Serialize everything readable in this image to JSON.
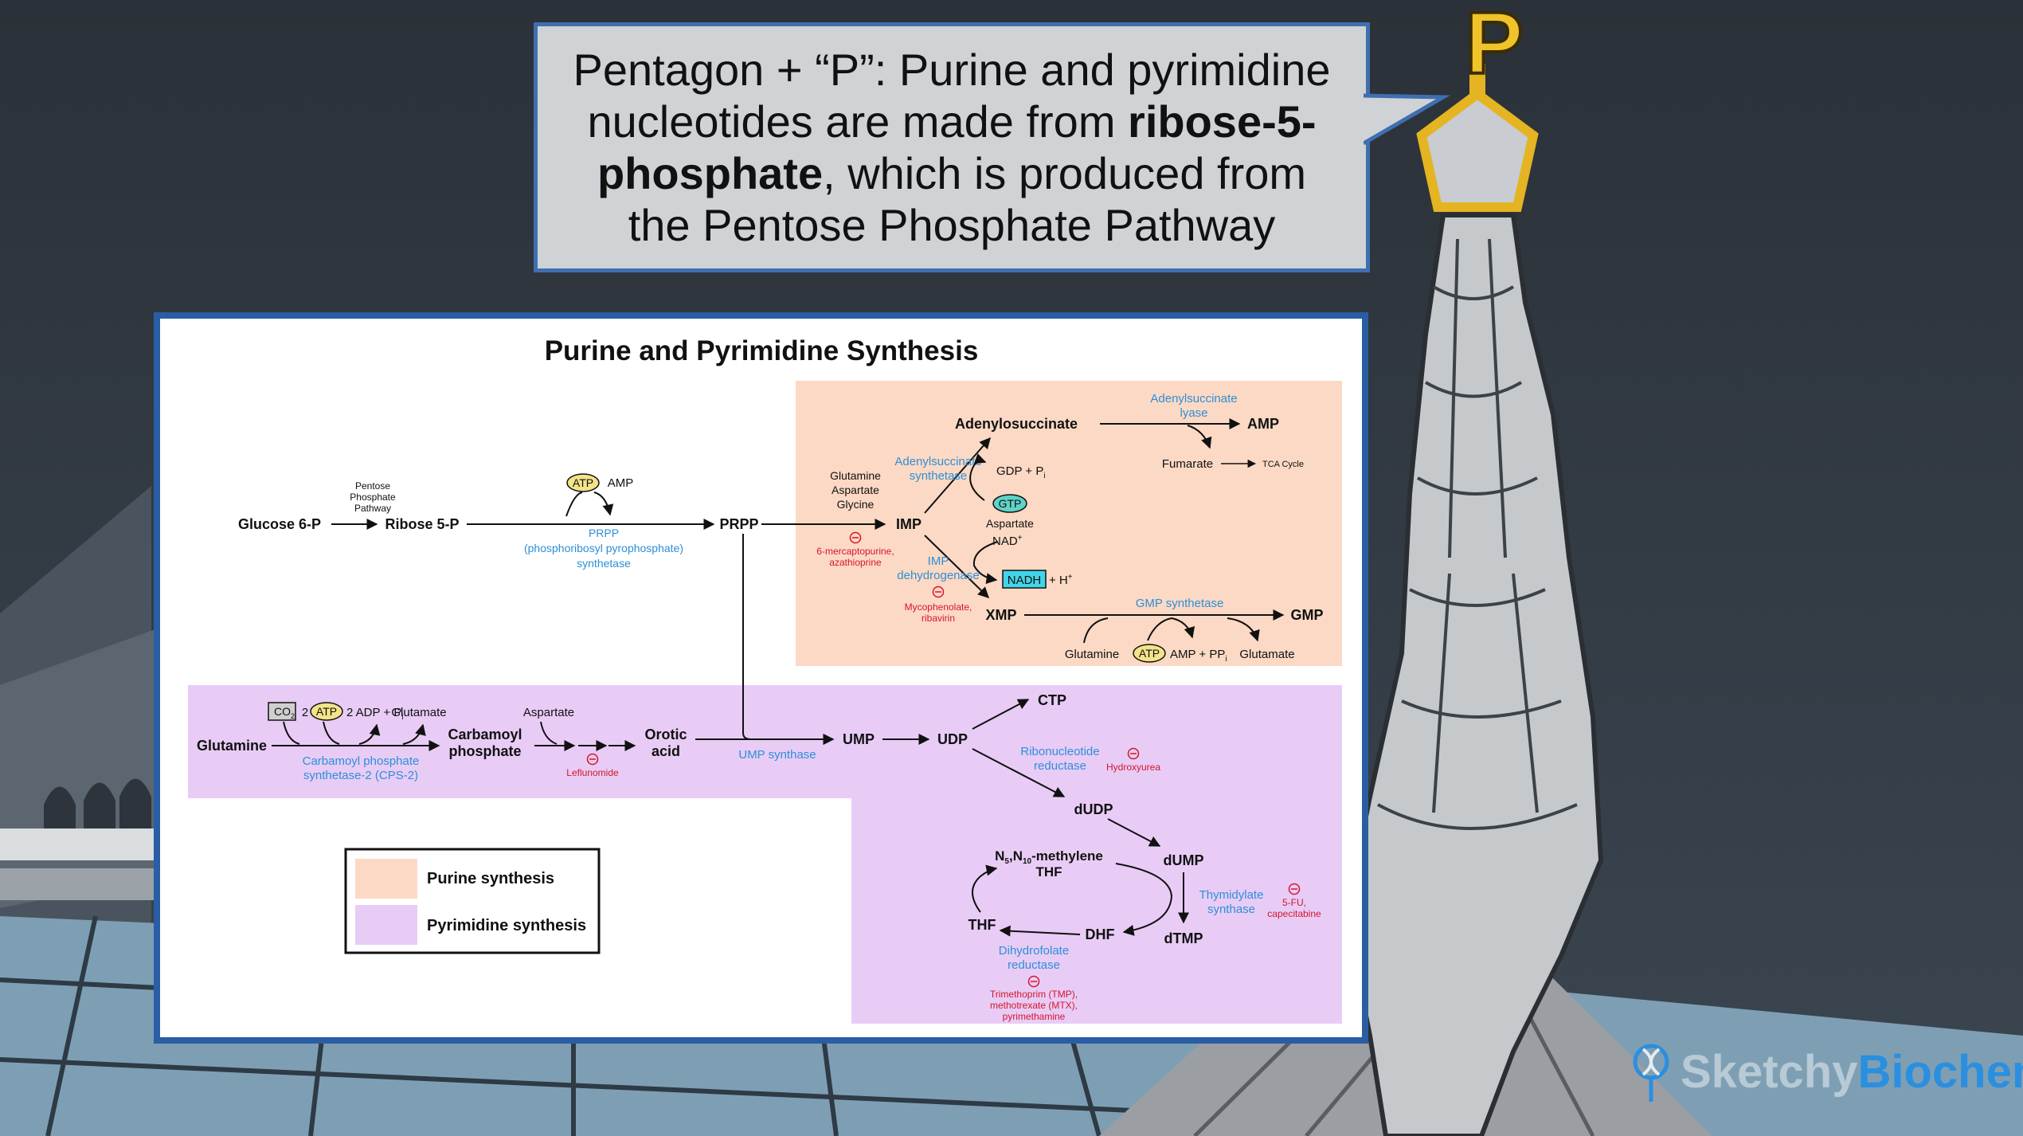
{
  "callout": {
    "line1": "Pentagon + “P”: Purine and pyrimidine",
    "line2a": "nucleotides are made from ",
    "line2b": "ribose-5-",
    "line3a": "phosphate",
    "line3b": ", which is produced from",
    "line4": "the Pentose Phosphate Pathway"
  },
  "tower_letter": "P",
  "watermark": {
    "part1": "Sketchy",
    "part2": "Biochem"
  },
  "diagram": {
    "title": "Purine and Pyrimidine Synthesis",
    "top_row": {
      "glucose6p": "Glucose 6-P",
      "ppp": [
        "Pentose",
        "Phosphate",
        "Pathway"
      ],
      "ribose5p": "Ribose 5-P",
      "atp": "ATP",
      "amp": "AMP",
      "prpp_enzyme": [
        "PRPP",
        "(phosphoribosyl pyrophosphate)",
        "synthetase"
      ],
      "prpp": "PRPP"
    },
    "purine": {
      "inputs": [
        "Glutamine",
        "Aspartate",
        "Glycine"
      ],
      "inhibitor": [
        "6-mercaptopurine,",
        "azathioprine"
      ],
      "imp": "IMP",
      "adenylosuccinate": "Adenylosuccinate",
      "adenylosuccinate_lyase": [
        "Adenylsuccinate",
        "lyase"
      ],
      "amp": "AMP",
      "fumarate": "Fumarate",
      "tca": "TCA Cycle",
      "adenylosuccinate_synthetase": [
        "Adenylsuccinate",
        "synthetase"
      ],
      "gdp_pi": "GDP + P",
      "gdp_pi_sub": "i",
      "gtp": "GTP",
      "aspartate": "Aspartate",
      "nad": "NAD",
      "nad_sup": "+",
      "nadh": "NADH",
      "h": "+ H",
      "h_sup": "+",
      "imp_dehydrogenase": [
        "IMP",
        "dehydrogenase"
      ],
      "imp_dh_inhibitor": [
        "Mycophenolate,",
        "ribavirin"
      ],
      "xmp": "XMP",
      "gmp_synthetase": "GMP synthetase",
      "gmp": "GMP",
      "glutamine": "Glutamine",
      "atp": "ATP",
      "amp_ppi": "AMP + PP",
      "amp_ppi_sub": "i",
      "glutamate": "Glutamate"
    },
    "pyrimidine": {
      "co2": "CO",
      "co2_sub": "2",
      "two": "2",
      "atp": "ATP",
      "adp_pi": "2 ADP + P",
      "adp_pi_sub": "i",
      "glutamate": "Glutamate",
      "glutamine": "Glutamine",
      "cps2": [
        "Carbamoyl phosphate",
        "synthetase-2 (CPS-2)"
      ],
      "carbamoyl": [
        "Carbamoyl",
        "phosphate"
      ],
      "aspartate": "Aspartate",
      "leflunomide": "Leflunomide",
      "orotic": [
        "Orotic",
        "acid"
      ],
      "ump_synthase": "UMP synthase",
      "ump": "UMP",
      "udp": "UDP",
      "ctp": "CTP",
      "rnr": [
        "Ribonucleotide",
        "reductase"
      ],
      "hydroxyurea": "Hydroxyurea",
      "dudp": "dUDP",
      "dump": "dUMP",
      "methylene_thf_a": "N",
      "methylene_thf_s1": "5",
      "methylene_thf_b": ",N",
      "methylene_thf_s2": "10",
      "methylene_thf_c": "-methylene",
      "methylene_thf_d": "THF",
      "ts": [
        "Thymidylate",
        "synthase"
      ],
      "ts_inhibitor": [
        "5-FU,",
        "capecitabine"
      ],
      "thf": "THF",
      "dhf": "DHF",
      "dtmp": "dTMP",
      "dhfr": [
        "Dihydrofolate",
        "reductase"
      ],
      "dhfr_inhibitor": [
        "Trimethoprim (TMP),",
        "methotrexate (MTX),",
        "pyrimethamine"
      ]
    },
    "legend": {
      "purine": "Purine synthesis",
      "pyrimidine": "Pyrimidine synthesis"
    }
  },
  "colors": {
    "purine_bg": "#fcd9c4",
    "pyrimidine_bg": "#e8ccf6",
    "enzyme_blue": "#2d8fd8",
    "inhibitor_red": "#d4162b",
    "atp_yellow": "#f3e389",
    "gtp_teal": "#5fd3c7",
    "nadh_cyan": "#41d5e9",
    "card_border": "#2a5ea4",
    "callout_bg": "#cfd3d6"
  }
}
